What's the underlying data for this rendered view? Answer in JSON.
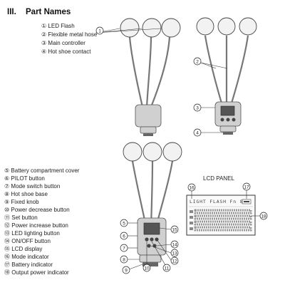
{
  "header": {
    "numeral": "III.",
    "title": "Part Names"
  },
  "parts_top": [
    {
      "num": "①",
      "name": "LED Flash"
    },
    {
      "num": "②",
      "name": "Flexible metal hose"
    },
    {
      "num": "③",
      "name": "Main controller"
    },
    {
      "num": "④",
      "name": "Hot shoe contact"
    }
  ],
  "parts_bottom": [
    {
      "num": "⑤",
      "name": "Battery compartment cover"
    },
    {
      "num": "⑥",
      "name": "PILOT button"
    },
    {
      "num": "⑦",
      "name": "Mode switch button"
    },
    {
      "num": "⑧",
      "name": "Hot shoe base"
    },
    {
      "num": "⑨",
      "name": "Fixed knob"
    },
    {
      "num": "⑩",
      "name": "Power decrease button"
    },
    {
      "num": "⑪",
      "name": "Set button"
    },
    {
      "num": "⑫",
      "name": "Power increase button"
    },
    {
      "num": "⑬",
      "name": "LED lighting button"
    },
    {
      "num": "⑭",
      "name": "ON/OFF button"
    },
    {
      "num": "⑮",
      "name": "LCD display"
    },
    {
      "num": "⑯",
      "name": "Mode indicator"
    },
    {
      "num": "⑰",
      "name": "Battery indicator"
    },
    {
      "num": "⑱",
      "name": "Output power indicator"
    }
  ],
  "callouts": {
    "c1": "1",
    "c2": "2",
    "c3": "3",
    "c4": "4",
    "c5": "5",
    "c6": "6",
    "c7": "7",
    "c8": "8",
    "c9": "9",
    "c10": "10",
    "c11": "11",
    "c12": "12",
    "c13": "13",
    "c14": "14",
    "c15": "15",
    "c16": "16",
    "c17": "17",
    "c18": "18"
  },
  "lcd_panel": {
    "title": "LCD PANEL",
    "mode_text": "LIGHT FLASH Fn 8"
  }
}
